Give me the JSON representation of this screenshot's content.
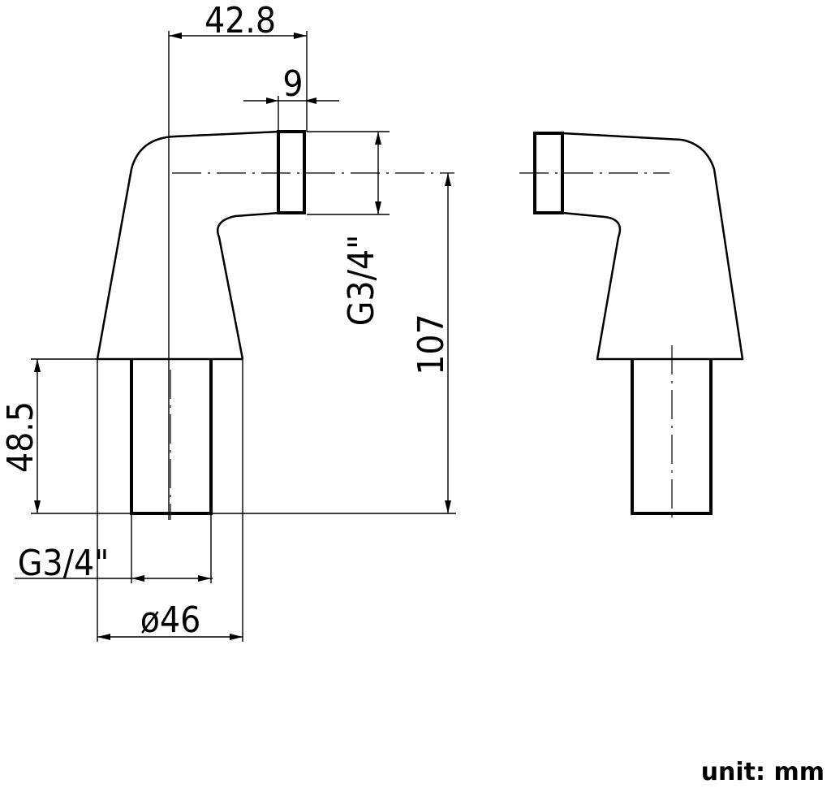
{
  "diagram": {
    "dimensions": {
      "top_width": "42.8",
      "nut_width": "9",
      "side_thread": "G3/4\"",
      "height": "107",
      "shank_length": "48.5",
      "bottom_thread": "G3/4\"",
      "base_diameter": "ø46"
    },
    "unit_label": "unit: mm"
  }
}
